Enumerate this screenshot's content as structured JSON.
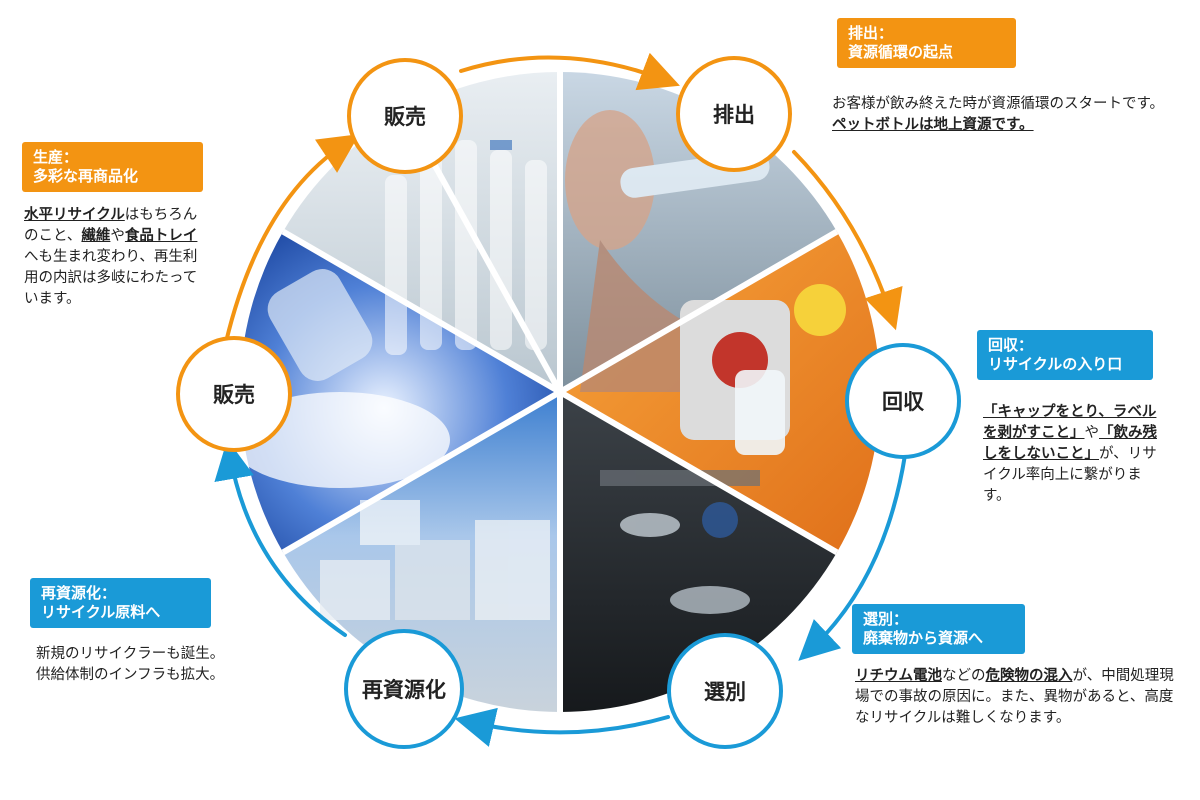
{
  "nodes": {
    "sale_top": "販売",
    "discharge": "排出",
    "collect": "回収",
    "sort": "選別",
    "recycle": "再資源化",
    "sale_left": "販売"
  },
  "colors": {
    "orange": "#f39412",
    "blue": "#1a9ad7"
  },
  "callouts": {
    "discharge": {
      "title1": "排出：",
      "title2": "資源循環の起点",
      "p1": "お客様が飲み終えた時が資源循環のスタートです。",
      "p2": "ペットボトルは地上資源です。"
    },
    "collect": {
      "title1": "回収：",
      "title2": "リサイクルの入り口",
      "p1": "「キャップをとり、ラベルを剥がすこと」",
      "p2": "や",
      "p3": "「飲み残しをしないこと」",
      "p4": "が、リサイクル率向上に繋がります。"
    },
    "sort": {
      "title1": "選別：",
      "title2": "廃棄物から資源へ",
      "p1": "リチウム電池",
      "p2": "などの",
      "p3": "危険物の混入",
      "p4": "が、中間処理現場での事故の原因に。また、異物があると、高度なリサイクルは難しくなります。"
    },
    "recycle": {
      "title1": "再資源化：",
      "title2": "リサイクル原料へ",
      "p1": "新規のリサイクラーも誕生。",
      "p2": "供給体制のインフラも拡大。"
    },
    "produce": {
      "title1": "生産：",
      "title2": "多彩な再商品化",
      "p1": "水平リサイクル",
      "p2": "はもちろんのこと、",
      "p3": "繊維",
      "p4": "や",
      "p5": "食品トレイ",
      "p6": "へも生まれ変わり、再生利用の内訳は多岐にわたっています。"
    }
  }
}
